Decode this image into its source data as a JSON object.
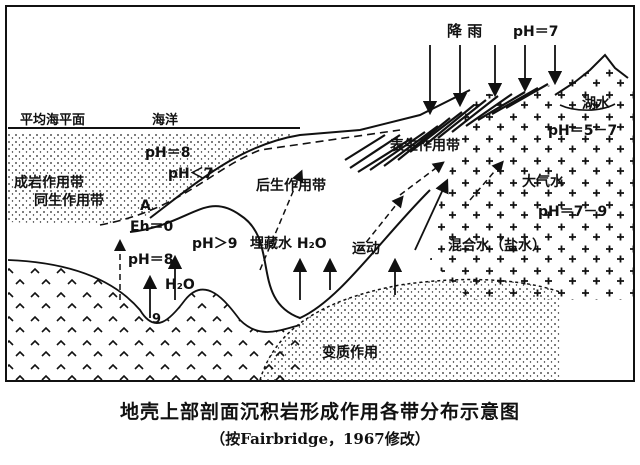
{
  "labels": {
    "rain": "降 雨",
    "rain_ph": "pH＝7",
    "lake_water": "湖水",
    "lake_ph": "pH＝5－7",
    "sea_level": "平均海平面",
    "ocean": "海洋",
    "ocean_ph": "pH＝8",
    "surface_zone": "表生作用带",
    "ph_lt7": "pH＜7",
    "diagenesis_zone": "成岩作用带",
    "epigenesis_zone": "后生作用带",
    "meteoric_water": "大气水",
    "syngenesis_zone": "同生作用带",
    "point_a": "A",
    "eh": "Eh＝0",
    "ph_7_9": "pH＝7－9",
    "ph_gt9": "pH＞9",
    "buried_water": "埋藏水 H₂O",
    "movement": "运动",
    "mixed_water": "混合水（盐水）",
    "basin_ph": "pH＝8",
    "h2o": "H₂O",
    "nine": "9",
    "metamorphism": "变质作用"
  },
  "caption": {
    "title": "地壳上部剖面沉积岩形成作用各带分布示意图",
    "source": "（按Fairbridge，1967修改）"
  }
}
